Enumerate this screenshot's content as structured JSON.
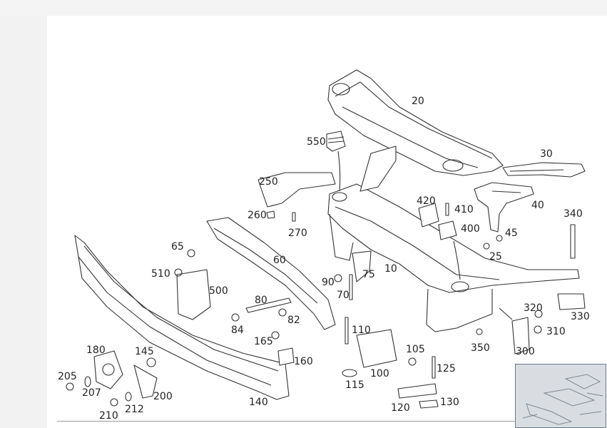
{
  "labels": {
    "p20": "20",
    "p30": "30",
    "p40": "40",
    "p340": "340",
    "p550": "550",
    "p250": "250",
    "p260": "260",
    "p270": "270",
    "p420": "420",
    "p410": "410",
    "p400": "400",
    "p45": "45",
    "p25": "25",
    "p65": "65",
    "p60": "60",
    "p510": "510",
    "p500": "500",
    "p90": "90",
    "p75": "75",
    "p10": "10",
    "p70": "70",
    "p80": "80",
    "p82": "82",
    "p84": "84",
    "p320": "320",
    "p330": "330",
    "p310": "310",
    "p110": "110",
    "p165": "165",
    "p350": "350",
    "p300": "300",
    "p160": "160",
    "p105": "105",
    "p125": "125",
    "p100": "100",
    "p115": "115",
    "p180": "180",
    "p145": "145",
    "p205": "205",
    "p207": "207",
    "p200": "200",
    "p210": "210",
    "p212": "212",
    "p140": "140",
    "p120": "120",
    "p130": "130"
  }
}
